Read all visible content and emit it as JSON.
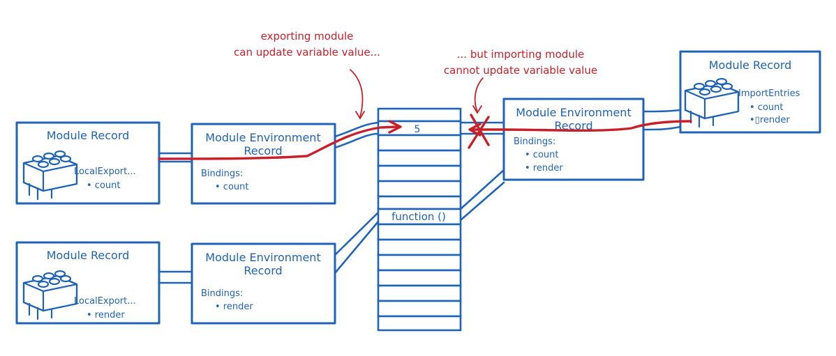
{
  "annotations": {
    "exporting": [
      "exporting module",
      "can update variable value..."
    ],
    "importing": [
      "... but importing module",
      "cannot update variable value"
    ]
  },
  "memory": {
    "value_cell": "5",
    "function_cell": "function ()"
  },
  "module_top_left": {
    "record_title": "Module Record",
    "entries_label": "LocalExport...",
    "entries": [
      "• count"
    ],
    "env_title": [
      "Module Environment",
      "Record"
    ],
    "bindings_label": "Bindings:",
    "bindings": [
      "• count"
    ]
  },
  "module_bottom_left": {
    "record_title": "Module Record",
    "entries_label": "LocalExport...",
    "entries": [
      "• render"
    ],
    "env_title": [
      "Module Environment",
      "Record"
    ],
    "bindings_label": "Bindings:",
    "bindings": [
      "• render"
    ]
  },
  "module_right": {
    "record_title": "Module Record",
    "entries_label": "ImportEntries",
    "entries": [
      "• count",
      "•▯render"
    ],
    "env_title": [
      "Module Environment",
      "Record"
    ],
    "bindings_label": "Bindings:",
    "bindings": [
      "• count",
      "• render"
    ]
  },
  "colors": {
    "blue": "#1f63b6",
    "red": "#c7202a"
  }
}
